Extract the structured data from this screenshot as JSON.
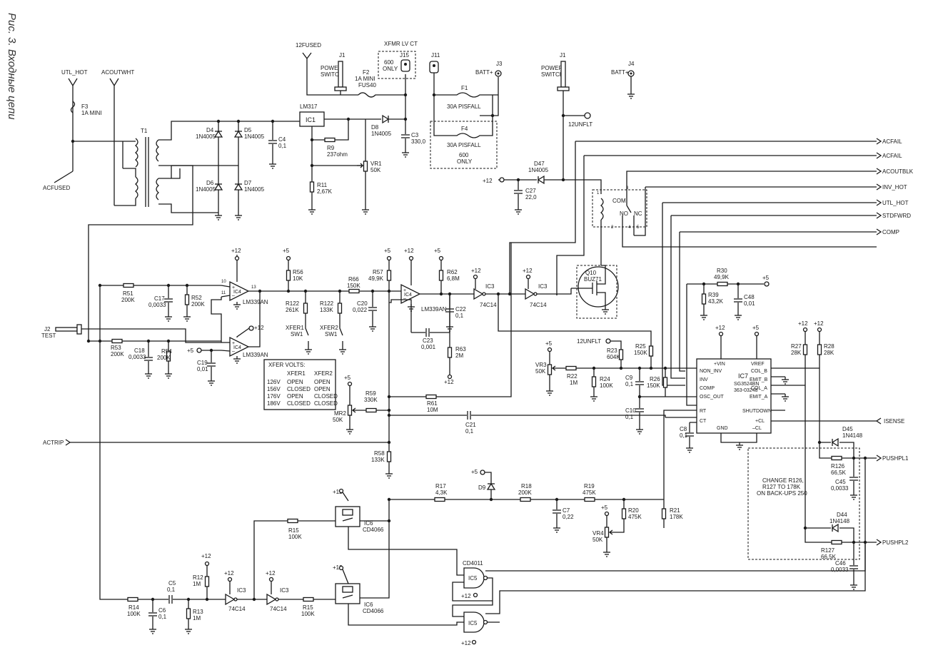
{
  "caption": "Рис. 3. Входные цепи",
  "ports": {
    "acfail": "ACFAIL",
    "acfail2": "ACFAIL",
    "acoutblk": "ACOUTBLK",
    "inv_hot": "INV_HOT",
    "utl_hot_out": "UTL_HOT",
    "stdfwrd": "STDFWRD",
    "comp": "COMP",
    "isense": "ISENSE",
    "pushpl1": "PUSHPL1",
    "pushpl2": "PUSHPL2",
    "actrip": "ACTRIP",
    "acfused": "ACFUSED",
    "utl_hot_in": "UTL_HOT",
    "acoutwht": "ACOUTWHT",
    "fused12": "12FUSED",
    "unflt12": "12UNFLT",
    "unflt12b": "12UNFLT",
    "batt_j3": "BATT+",
    "batt_j4": "BATT+",
    "xfmr": "XFMR LV CT",
    "test": "TEST"
  },
  "refs": {
    "j1a": "J1",
    "j1b": "J1",
    "j2": "J2",
    "j3": "J3",
    "j4": "J4",
    "j11": "J11",
    "j15": "J15",
    "pswitch_a": "POWER",
    "pswitch_a2": "SWITCH",
    "pswitch_b": "POWER",
    "pswitch_b2": "SWITCH",
    "f1": "F1",
    "f1v": "30A PISFALL",
    "f2": "F2",
    "f2v": "1A MINI",
    "f2v2": "FUS40",
    "f3": "F3",
    "f3v": "1A MINI",
    "f4": "F4",
    "f4v": "30A PISFALL",
    "only600a": "600",
    "only600a2": "ONLY",
    "only600b": "600",
    "only600b2": "ONLY",
    "t1": "T1",
    "ic1": "IC1",
    "lm317": "LM317",
    "d4": "D4",
    "d4v": "1N4005",
    "d5": "D5",
    "d5v": "1N4005",
    "d6": "D6",
    "d6v": "1N4005",
    "d7": "D7",
    "d7v": "1N4005",
    "d8": "D8",
    "d8v": "1N4005",
    "d47": "D47",
    "d47v": "1N4005",
    "c4": "C4",
    "c4v": "0,1",
    "c3": "C3",
    "c3v": "330,0",
    "c27": "C27",
    "c27v": "22,0",
    "r9": "R9",
    "r9v": "237ohm",
    "r11": "R11",
    "r11v": "2,67K",
    "vr1": "VR1",
    "vr1v": "50K",
    "p12_a": "+12",
    "p12_b": "+12",
    "p12_c": "+12",
    "p12_d": "+12",
    "p12_e": "+12",
    "p12_f": "+12",
    "p12_g": "+12",
    "p12_h": "+12",
    "p12_i": "+12",
    "p12_j": "+12",
    "p12_k": "+12",
    "p12_l": "+12",
    "p12_m": "+12",
    "p12_n": "+12",
    "p12_o": "+12",
    "p12_p": "+12",
    "p12_q": "+12",
    "p12_r": "+12",
    "p5_a": "+5",
    "p5_b": "+5",
    "p5_c": "+5",
    "p5_d": "+5",
    "p5_e": "+5",
    "p5_f": "+5",
    "p5_g": "+5",
    "p5_h": "+5",
    "r51": "R51",
    "r51v": "200K",
    "r52": "R52",
    "r52v": "200K",
    "c17": "C17",
    "c17v": "0,0033",
    "r53": "R53",
    "r53v": "200K",
    "r54": "R54",
    "r54v": "200K",
    "c18": "C18",
    "c18v": "0,0033",
    "c19": "C19",
    "c19v": "0,01",
    "ic4a": "IC4",
    "ic4b": "IC4",
    "ic4c": "IC4",
    "lm339a": "LM339AN",
    "lm339b": "LM339AN",
    "lm339c": "LM339AN",
    "r56": "R56",
    "r56v": "10K",
    "r122a": "R122",
    "r122av": "261K",
    "r122b": "R122",
    "r122bv": "133K",
    "xfer1": "XFER1",
    "sw1a": "SW1",
    "xfer2": "XFER2",
    "sw1b": "SW1",
    "r66": "R66",
    "r66v": "150K",
    "r57": "R57",
    "r57v": "49,9K",
    "c20": "C20",
    "c20v": "0,022",
    "r62": "R62",
    "r62v": "6,8M",
    "c22": "C22",
    "c22v": "0,1",
    "c23": "C23",
    "c23v": "0,001",
    "r63": "R63",
    "r63v": "2M",
    "ic3a": "IC3",
    "ic3b": "IC3",
    "ic3c": "IC3",
    "ic3d": "IC3",
    "hc14a": "74C14",
    "hc14b": "74C14",
    "hc14c": "74C14",
    "hc14d": "74C14",
    "q10": "Q10",
    "q10v": "BUZ71",
    "com": "COM",
    "no": "NO",
    "nc": "NC",
    "xv_title": "XFER VOLTS:",
    "xv_h1": "XFER1",
    "xv_h2": "XFER2",
    "xv_r1a": "126V",
    "xv_r1b": "OPEN",
    "xv_r1c": "OPEN",
    "xv_r2a": "156V",
    "xv_r2b": "CLOSED",
    "xv_r2c": "OPEN",
    "xv_r3a": "176V",
    "xv_r3b": "OPEN",
    "xv_r3c": "CLOSED",
    "xv_r4a": "186V",
    "xv_r4b": "CLOSED",
    "xv_r4c": "CLOSED",
    "r59": "R59",
    "r59v": "330K",
    "r61": "R61",
    "r61v": "10M",
    "mr2": "MR2",
    "mr2v": "50K",
    "c21": "C21",
    "c21v": "0,1",
    "r58": "R58",
    "r58v": "133K",
    "r23": "R23",
    "r23v": "604K",
    "r22": "R22",
    "r22v": "1M",
    "vr3": "VR3",
    "vr3v": "50K",
    "r24": "R24",
    "r24v": "100K",
    "r25": "R25",
    "r25v": "150K",
    "r26": "R26",
    "r26v": "150K",
    "c9": "C9",
    "c9v": "0,1",
    "c10": "C10",
    "c10v": "0,1",
    "c8": "C8",
    "c8v": "0,1",
    "r30": "R30",
    "r30v": "49,9K",
    "r39": "R39",
    "r39v": "43,2K",
    "c48": "C48",
    "c48v": "0,01",
    "ic7": "IC7",
    "ic7v": "SG3524BN",
    "ic7v2": "363-03248",
    "pin_vin": "+VIN",
    "pin_vref": "VREF",
    "pin_noninv": "NON_INV",
    "pin_inv": "INV",
    "pin_comp": "COMP",
    "pin_osc": "OSC_OUT",
    "pin_rt": "RT",
    "pin_ct": "CT",
    "pin_gnd": "GND",
    "pin_cl": "–CL",
    "pin_clp": "+CL",
    "pin_colb": "COL_B",
    "pin_emitb": "EMIT_B",
    "pin_cola": "COL_A",
    "pin_emita": "EMIT_A",
    "pin_shdn": "SHUTDOWN",
    "r27": "R27",
    "r27v": "28K",
    "r28": "R28",
    "r28v": "28K",
    "d45": "D45",
    "d45v": "1N4148",
    "d44": "D44",
    "d44v": "1N4148",
    "r126": "R126",
    "r126v": "66,5K",
    "r127": "R127",
    "r127v": "66,5K",
    "c45": "C45",
    "c45v": "0,0033",
    "c46": "C46",
    "c46v": "0,0033",
    "note1": "CHANGE R126,",
    "note2": "R127 TO 178K",
    "note3": "ON BACK-UPS 250",
    "r17": "R17",
    "r17v": "4,3K",
    "d9": "D9",
    "r18": "R18",
    "r18v": "200K",
    "c7": "C7",
    "c7v": "0,22",
    "r19": "R19",
    "r19v": "475K",
    "r20": "R20",
    "r20v": "475K",
    "vr4": "VR4",
    "vr4v": "50K",
    "r21": "R21",
    "r21v": "178K",
    "ic6a": "IC6",
    "ic6b": "IC6",
    "cd4066a": "CD4066",
    "cd4066b": "CD4066",
    "r15a": "R15",
    "r15av": "100K",
    "r15b": "R15",
    "r15bv": "100K",
    "ic5a": "IC5",
    "ic5b": "IC5",
    "cd4011": "CD4011",
    "r14": "R14",
    "r14v": "100K",
    "c5": "C5",
    "c5v": "0,1",
    "c6": "C6",
    "c6v": "0,1",
    "r12": "R12",
    "r12v": "1M",
    "r13": "R13",
    "r13v": "1M"
  }
}
